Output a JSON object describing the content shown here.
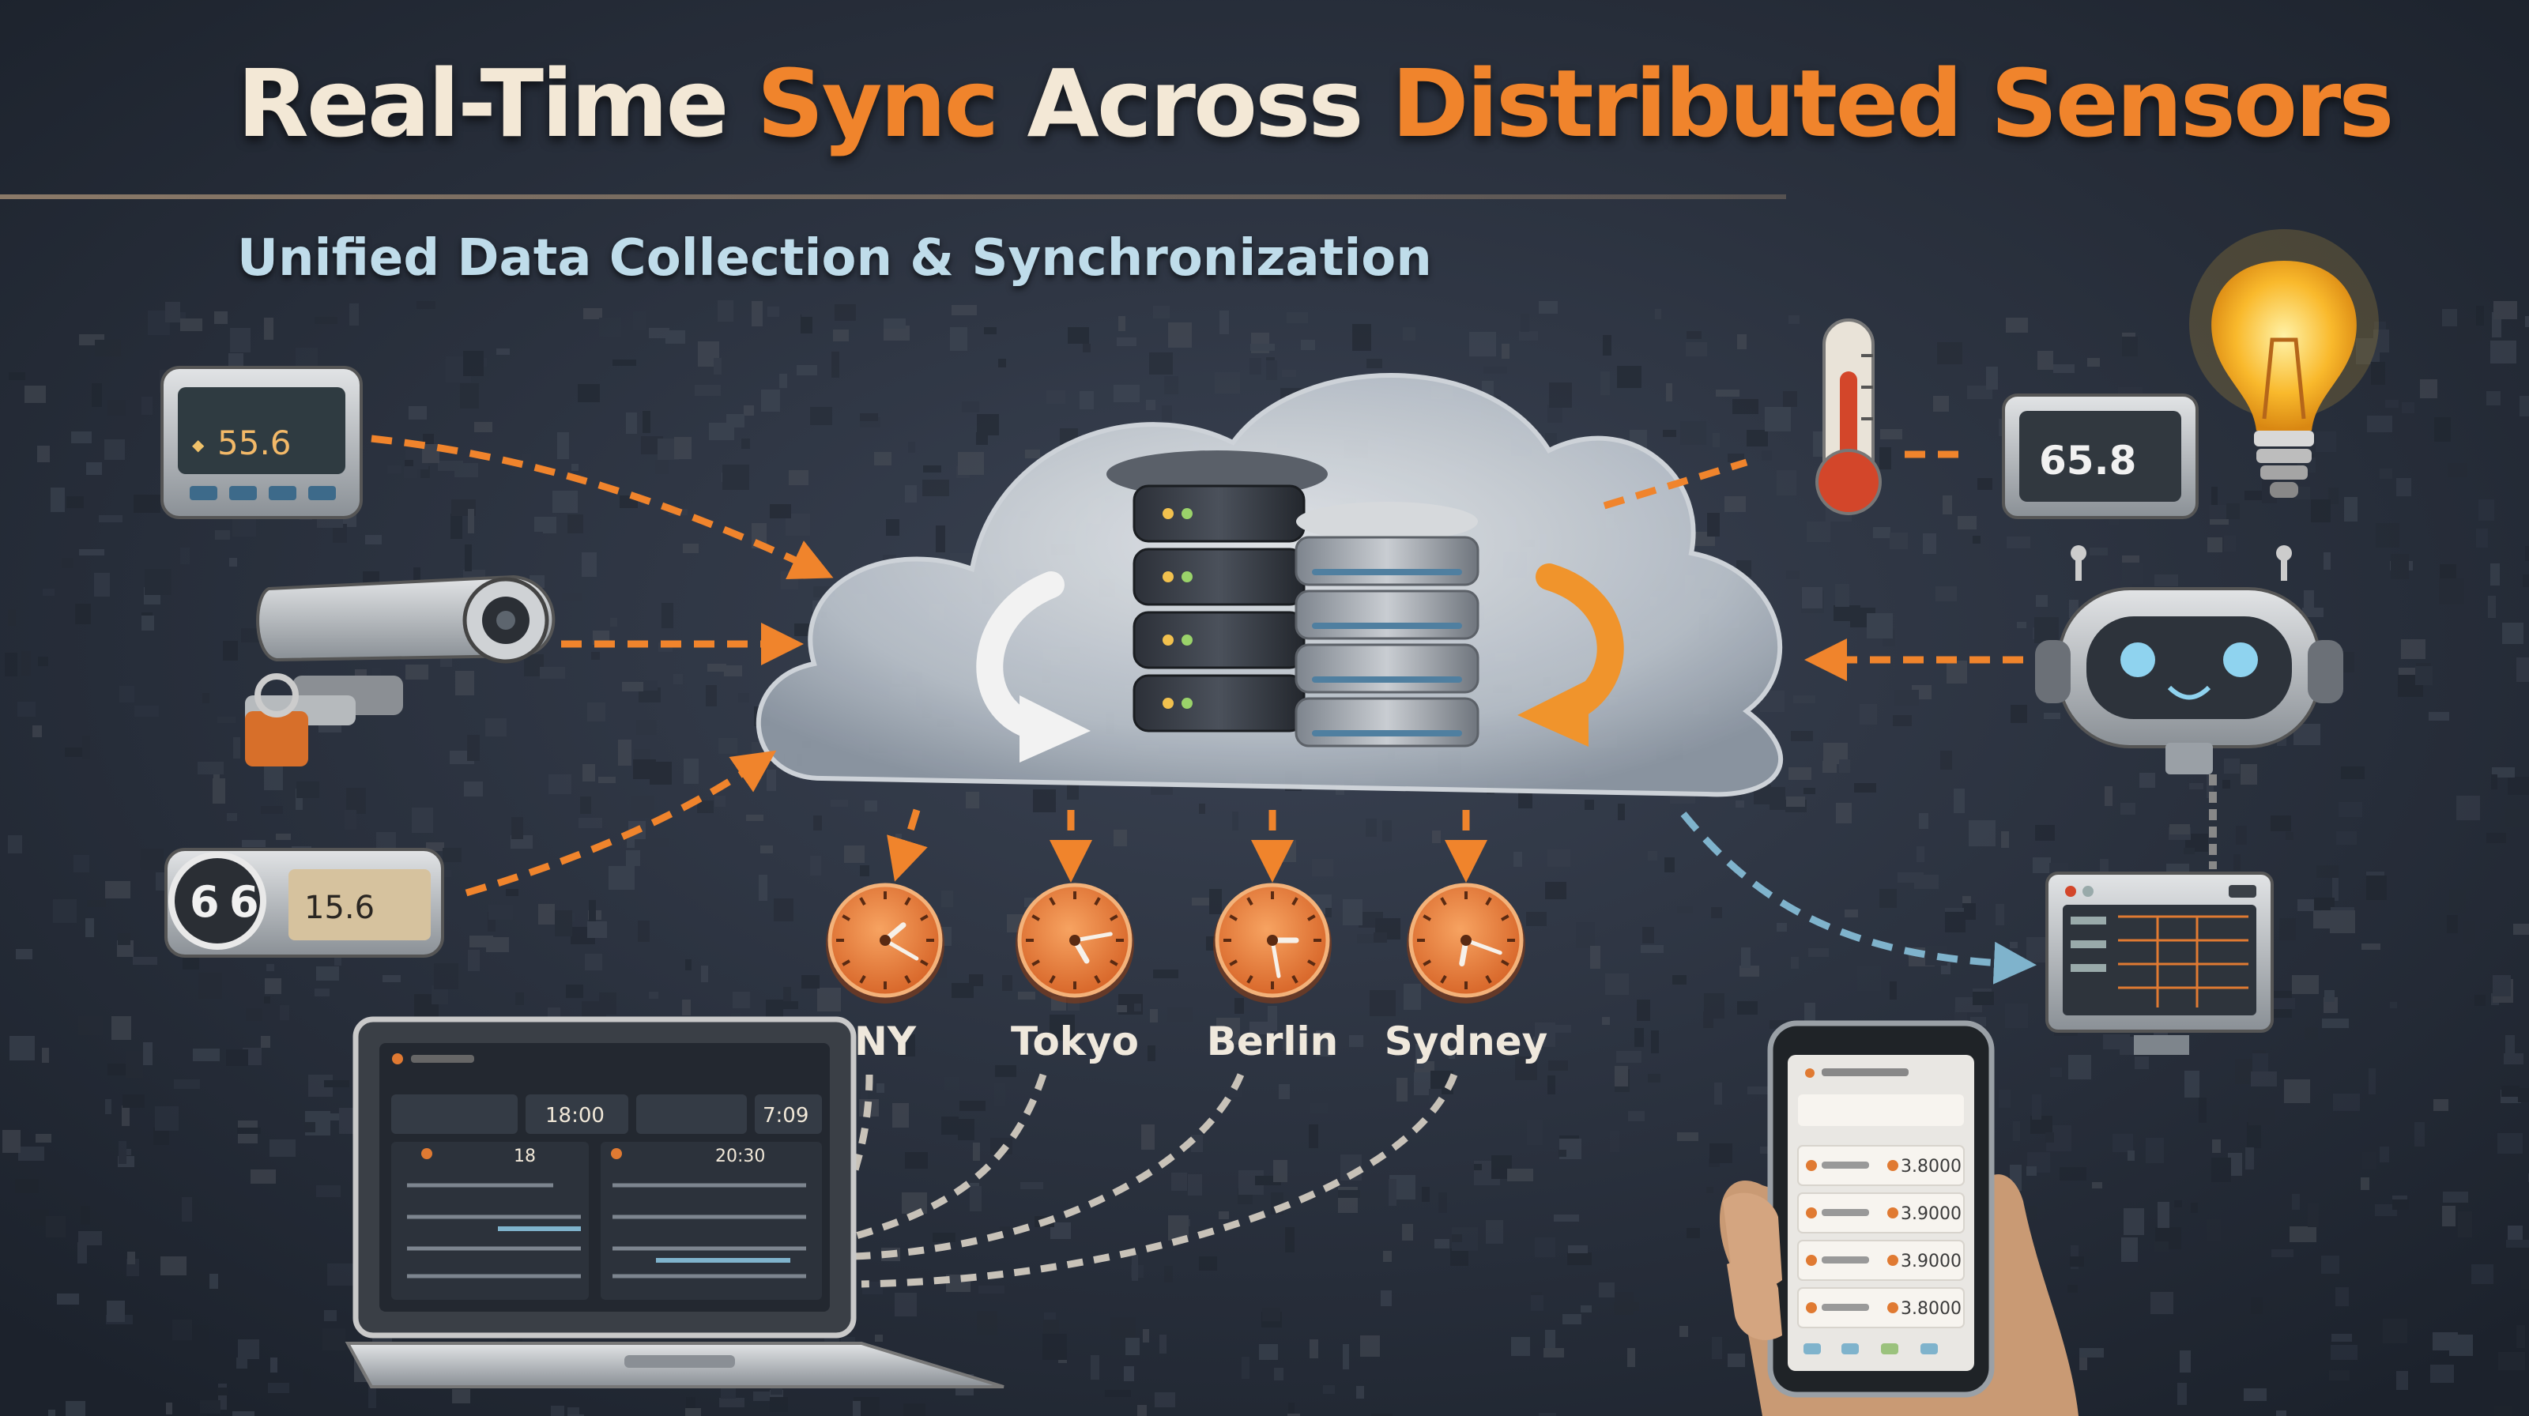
{
  "title": {
    "part1": "Real-Time ",
    "part2": "Sync",
    "part3": " Across ",
    "part4": "Distributed Sensors"
  },
  "subtitle": "Unified Data Collection & Synchronization",
  "sensor_readings": {
    "meter": "55.6",
    "gauge": "15.6",
    "thermostat": "65.8"
  },
  "clocks": [
    {
      "label": "NY"
    },
    {
      "label": "Tokyo"
    },
    {
      "label": "Berlin"
    },
    {
      "label": "Sydney"
    }
  ],
  "laptop_readouts": {
    "r1": "18:00",
    "r2": "7:09",
    "r3": "18",
    "r4": "20:30"
  },
  "phone_readouts": [
    "3.8000",
    "3.9000",
    "3.9000",
    "3.8000"
  ],
  "colors": {
    "accent": "#f0842c",
    "title": "#f3e8d6",
    "subtitle": "#bfdcea",
    "sync_blue": "#7fb3cc",
    "background": "#232a36"
  }
}
